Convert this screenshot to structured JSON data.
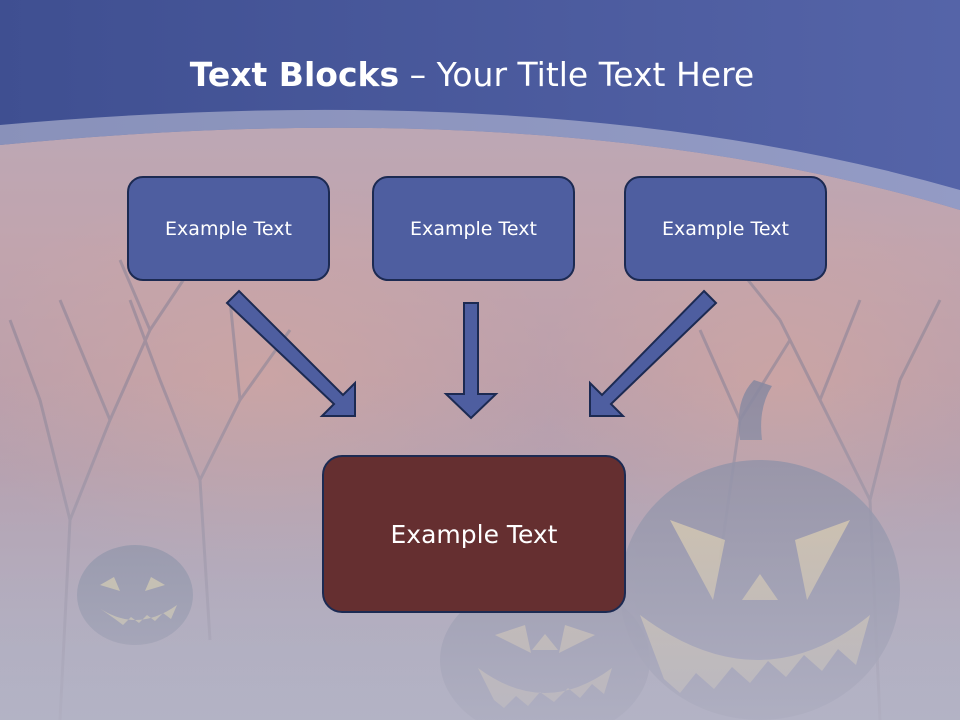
{
  "slide": {
    "title_bold": "Text Blocks",
    "title_dash": " – ",
    "title_rest": "Your Title Text Here"
  },
  "blocks": {
    "left": "Example Text",
    "center": "Example Text",
    "right": "Example Text",
    "main": "Example Text"
  },
  "colors": {
    "header_blue": "#4d5b9e",
    "block_blue": "#4e5ea0",
    "block_border": "#1c2a52",
    "main_block": "#652f30",
    "arrow_fill": "#4e5ea0"
  },
  "icons": {
    "background": "halloween-pumpkins-trees-background",
    "arrows": "arrow-icon"
  }
}
